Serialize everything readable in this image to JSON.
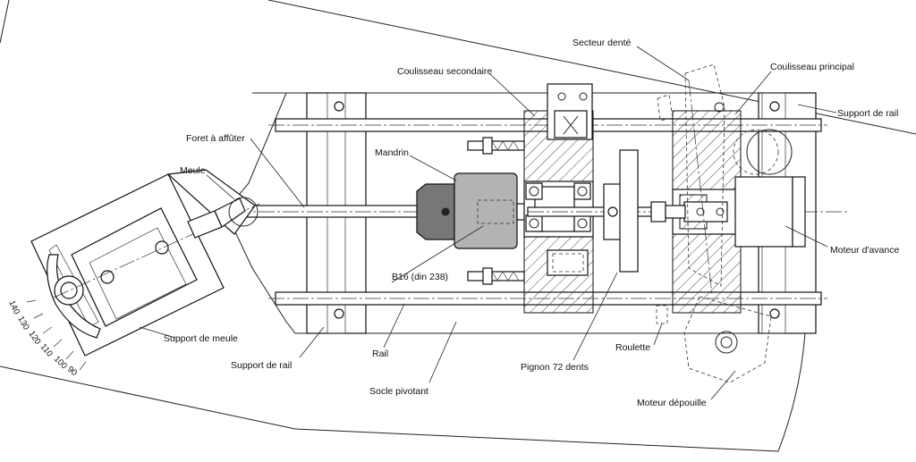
{
  "labels": {
    "secteur_dente": "Secteur denté",
    "coulisseau_principal": "Coulisseau principal",
    "coulisseau_secondaire": "Coulisseau secondaire",
    "support_de_rail_right": "Support de rail",
    "support_de_rail_bottom": "Support de rail",
    "foret_a_affuter": "Foret à affûter",
    "mandrin": "Mandrin",
    "meule": "Meule",
    "moteur_avance": "Moteur d'avance",
    "b16": "B16 (din 238)",
    "support_de_meule": "Support de meule",
    "rail": "Rail",
    "socle_pivotant": "Socle pivotant",
    "pignon": "Pignon 72 dents",
    "roulette": "Roulette",
    "moteur_depouille": "Moteur dépouille"
  },
  "angle_scale": [
    "140",
    "130",
    "120",
    "110",
    "100",
    "90"
  ]
}
